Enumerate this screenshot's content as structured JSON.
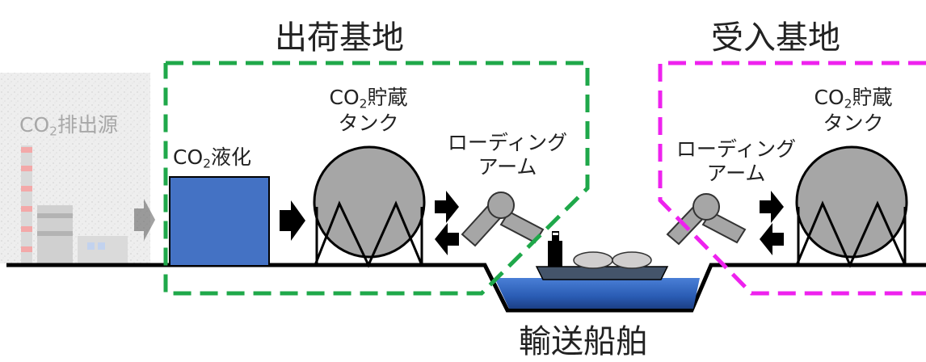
{
  "shipping_base": {
    "title": "出荷基地"
  },
  "receiving_base": {
    "title": "受入基地"
  },
  "vessel": {
    "label": "輸送船舶"
  },
  "source": {
    "pre": "CO",
    "sub": "2",
    "post": "排出源"
  },
  "liquefaction": {
    "pre": "CO",
    "sub": "2",
    "post": "液化"
  },
  "tank_ship": {
    "pre": "CO",
    "sub": "2",
    "post": "貯蔵",
    "line2": "タンク"
  },
  "tank_recv": {
    "pre": "CO",
    "sub": "2",
    "post": "貯蔵",
    "line2": "タンク"
  },
  "arm_ship": {
    "line1": "ローディング",
    "line2": "アーム"
  },
  "arm_recv": {
    "line1": "ローディング",
    "line2": "アーム"
  },
  "colors": {
    "shipping_border": "#1fa84a",
    "receiving_border": "#ee22ee",
    "liquefaction_fill": "#4472c4",
    "tank_fill": "#a6a6a6",
    "water": "#2e5fb0"
  }
}
